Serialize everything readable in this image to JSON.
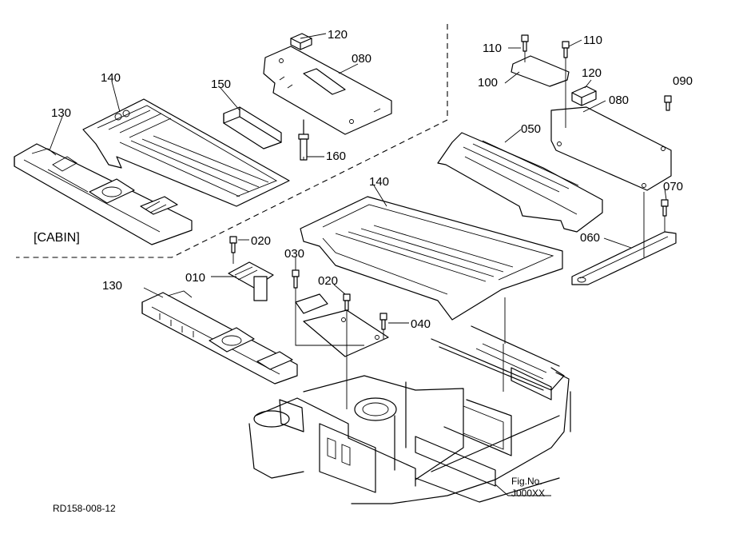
{
  "labels": {
    "p120_a": "120",
    "p080_a": "080",
    "p140_a": "140",
    "p150": "150",
    "p130_a": "130",
    "p160": "160",
    "cabin": "[CABIN]",
    "p110_a": "110",
    "p110_b": "110",
    "p100": "100",
    "p120_b": "120",
    "p090": "090",
    "p080_b": "080",
    "p050": "050",
    "p140_b": "140",
    "p070": "070",
    "p060": "060",
    "p020_a": "020",
    "p030": "030",
    "p010": "010",
    "p020_b": "020",
    "p040": "040",
    "p130_b": "130"
  },
  "footer": {
    "fig_no_label": "Fig.No.",
    "fig_no_value": "J000XX",
    "drawing_code": "RD158-008-12"
  }
}
